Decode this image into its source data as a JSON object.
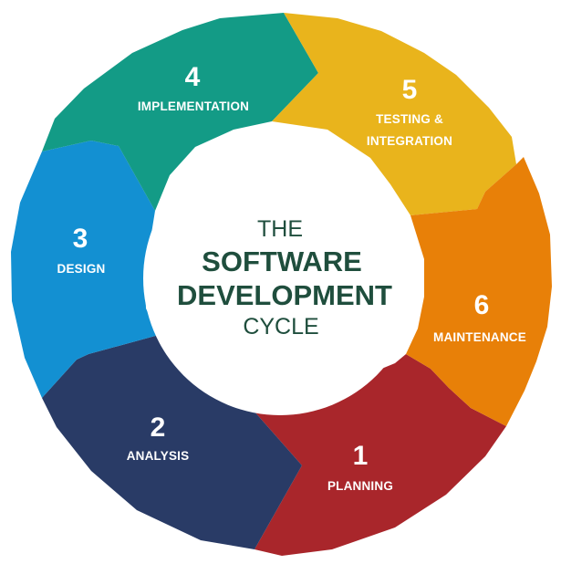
{
  "center": {
    "line1": "THE",
    "line2": "SOFTWARE",
    "line3": "DEVELOPMENT",
    "line4": "CYCLE",
    "color": "#1f4e3d"
  },
  "stages": [
    {
      "number": "1",
      "label_lines": [
        "PLANNING"
      ],
      "color": "#a9262b"
    },
    {
      "number": "2",
      "label_lines": [
        "ANALYSIS"
      ],
      "color": "#293b66"
    },
    {
      "number": "3",
      "label_lines": [
        "DESIGN"
      ],
      "color": "#1390d2"
    },
    {
      "number": "4",
      "label_lines": [
        "IMPLEMENTATION"
      ],
      "color": "#139b86"
    },
    {
      "number": "5",
      "label_lines": [
        "TESTING &",
        "INTEGRATION"
      ],
      "color": "#e9b41c"
    },
    {
      "number": "6",
      "label_lines": [
        "MAINTENANCE"
      ],
      "color": "#e88008"
    }
  ]
}
